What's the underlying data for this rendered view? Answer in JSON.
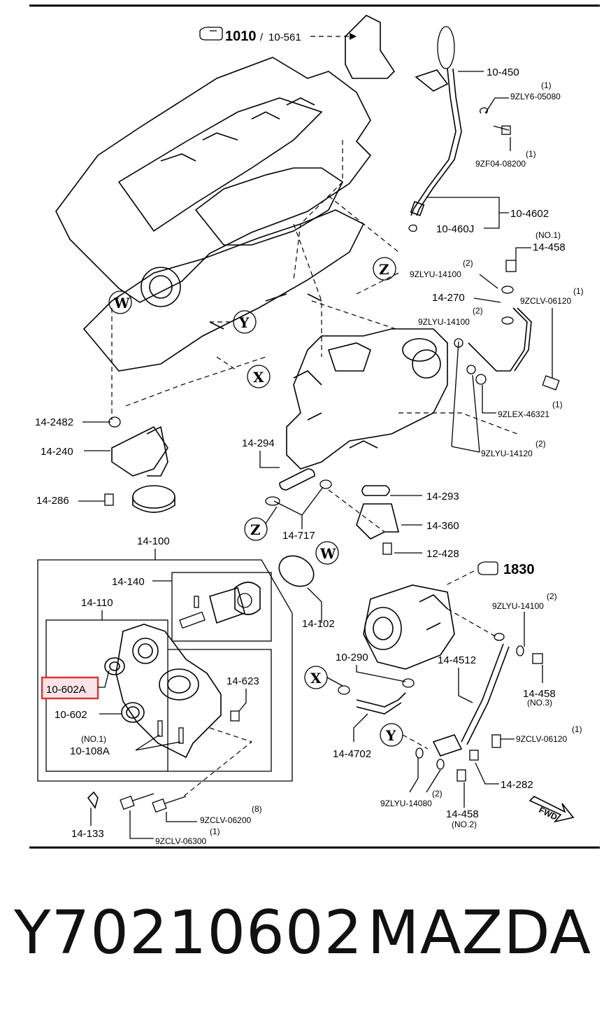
{
  "header": {
    "ref_main": "1010",
    "ref_sub": "10-561",
    "ref_alt": "1830"
  },
  "callouts": {
    "top": [
      {
        "code": "10-450"
      },
      {
        "code": "9ZLY6-05080",
        "qty": "(1)"
      },
      {
        "code": "9ZF04-08200",
        "qty": "(1)"
      },
      {
        "code": "10-4602"
      },
      {
        "code": "10-460J"
      },
      {
        "code": "14-458",
        "qty": "(NO.1)"
      },
      {
        "code": "9ZLYU-14100",
        "qty": "(2)"
      },
      {
        "code": "14-270"
      },
      {
        "code": "9ZCLV-06120",
        "qty": "(1)"
      },
      {
        "code": "9ZLYU-14100",
        "qty": "(2)"
      },
      {
        "code": "9ZLEX-46321",
        "qty": "(1)"
      },
      {
        "code": "9ZLYU-14120",
        "qty": "(2)"
      }
    ],
    "left": [
      {
        "code": "14-2482"
      },
      {
        "code": "14-240"
      },
      {
        "code": "14-286"
      }
    ],
    "middle": [
      {
        "code": "14-294"
      },
      {
        "code": "14-717"
      },
      {
        "code": "14-293"
      },
      {
        "code": "14-360"
      },
      {
        "code": "12-428"
      }
    ],
    "cover_group": {
      "title": "14-100",
      "sub1": "14-140",
      "sub2": "14-110",
      "highlighted": "10-602A",
      "seal": "10-602",
      "plug": "14-623",
      "pin_qty": "(NO.1)",
      "pin": "10-108A",
      "ring": "14-102"
    },
    "bottom_left": [
      {
        "code": "14-133"
      },
      {
        "code": "9ZCLV-06200",
        "qty": "(8)"
      },
      {
        "code": "9ZCLV-06300",
        "qty": "(1)"
      }
    ],
    "bottom_right": [
      {
        "code": "9ZLYU-14100",
        "qty": "(2)"
      },
      {
        "code": "10-290"
      },
      {
        "code": "14-4512"
      },
      {
        "code": "14-458",
        "qty": "(NO.3)"
      },
      {
        "code": "14-4702"
      },
      {
        "code": "9ZCLV-06120",
        "qty": "(1)"
      },
      {
        "code": "14-282"
      },
      {
        "code": "9ZLYU-14080",
        "qty": "(2)"
      },
      {
        "code": "14-458",
        "qty": "(NO.2)"
      }
    ]
  },
  "markers": [
    "W",
    "Y",
    "Z",
    "X",
    "Z",
    "W",
    "X",
    "Y"
  ],
  "direction_label": "FWD",
  "footer": {
    "part_number": "Y70210602",
    "brand": "MAZDA"
  },
  "colors": {
    "highlight_border": "#e03030",
    "highlight_fill": "#fbe4e4"
  }
}
